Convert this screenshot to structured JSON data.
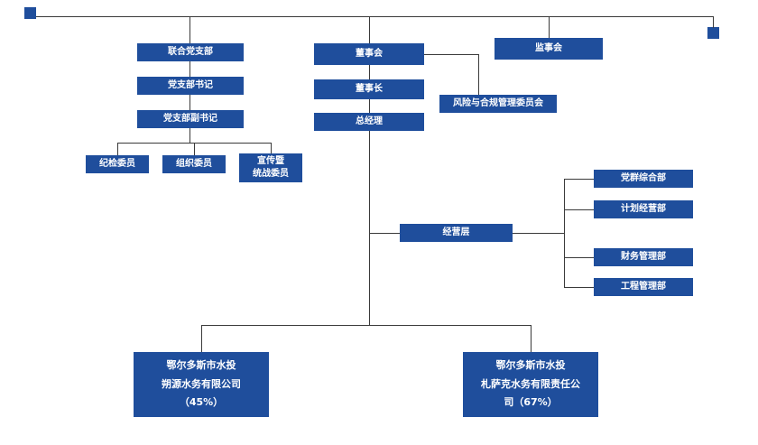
{
  "colors": {
    "box": "#1f4e9c",
    "line": "#3a3a3a"
  },
  "nodes": {
    "united_party_branch": "联合党支部",
    "party_branch_secretary": "党支部书记",
    "party_branch_deputy_secretary": "党支部副书记",
    "discipline_member": "纪检委员",
    "organization_member": "组织委员",
    "publicity_united_front_member": "宣传暨\n统战委员",
    "board_of_directors": "董事会",
    "board_chairman": "董事长",
    "general_manager": "总经理",
    "supervisory_board": "监事会",
    "risk_compliance_committee": "风险与合规管理委员会",
    "management_level": "经营层",
    "party_mass_general_dept": "党群综合部",
    "planning_operation_dept": "计划经营部",
    "finance_management_dept": "财务管理部",
    "engineering_management_dept": "工程管理部",
    "subsidiary_left": "鄂尔多斯市水投\n朔源水务有限公司\n（45%）",
    "subsidiary_right": "鄂尔多斯市水投\n札萨克水务有限责任公\n司（67%）"
  }
}
